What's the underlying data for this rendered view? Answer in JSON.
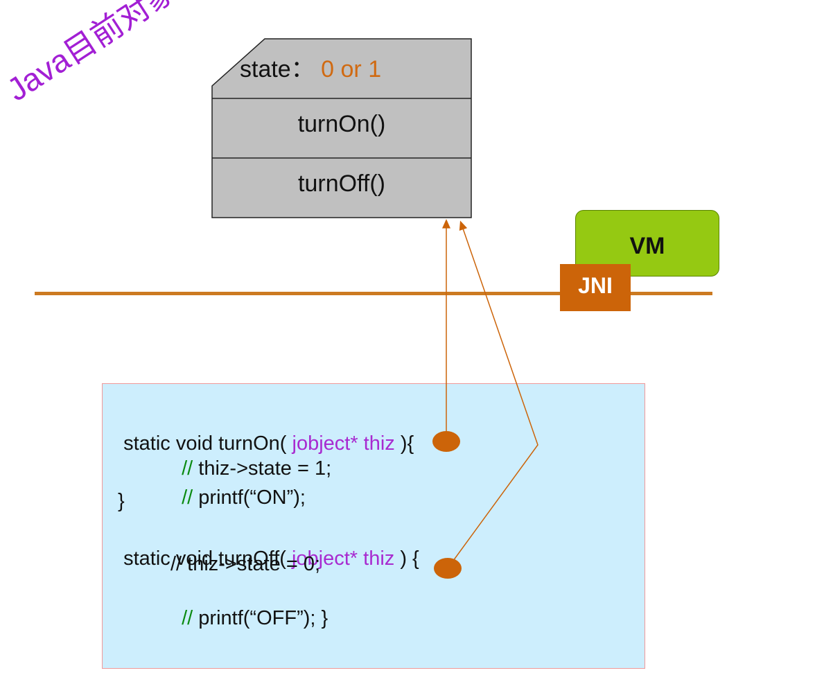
{
  "java_object": {
    "label": "Java目前对象",
    "state_prefix": "state：",
    "state_value": "0 or 1",
    "method_on": "turnOn()",
    "method_off": "turnOff()"
  },
  "vm": {
    "label": "VM"
  },
  "jni": {
    "label": "JNI"
  },
  "code": {
    "line1_a": "static void turnOn( ",
    "line1_b": "jobject* thiz",
    "line1_c": " ){",
    "line2_a": "//",
    "line2_b": " thiz->state = 1;",
    "line3_a": "//",
    "line3_b": " printf(“ON”);",
    "line4": " }",
    "line5_a": "static void turnOff( ",
    "line5_b": "jobject* thiz",
    "line5_c": " ) {",
    "line6": "// thiz->state = 0;",
    "line7_a": "//",
    "line7_b": " printf(“OFF”); }"
  },
  "colors": {
    "object_fill": "#c0c0c0",
    "accent_orange": "#cc6409",
    "vm_green": "#95c912",
    "code_bg": "#cdeefd",
    "label_purple": "#a21fd4"
  }
}
